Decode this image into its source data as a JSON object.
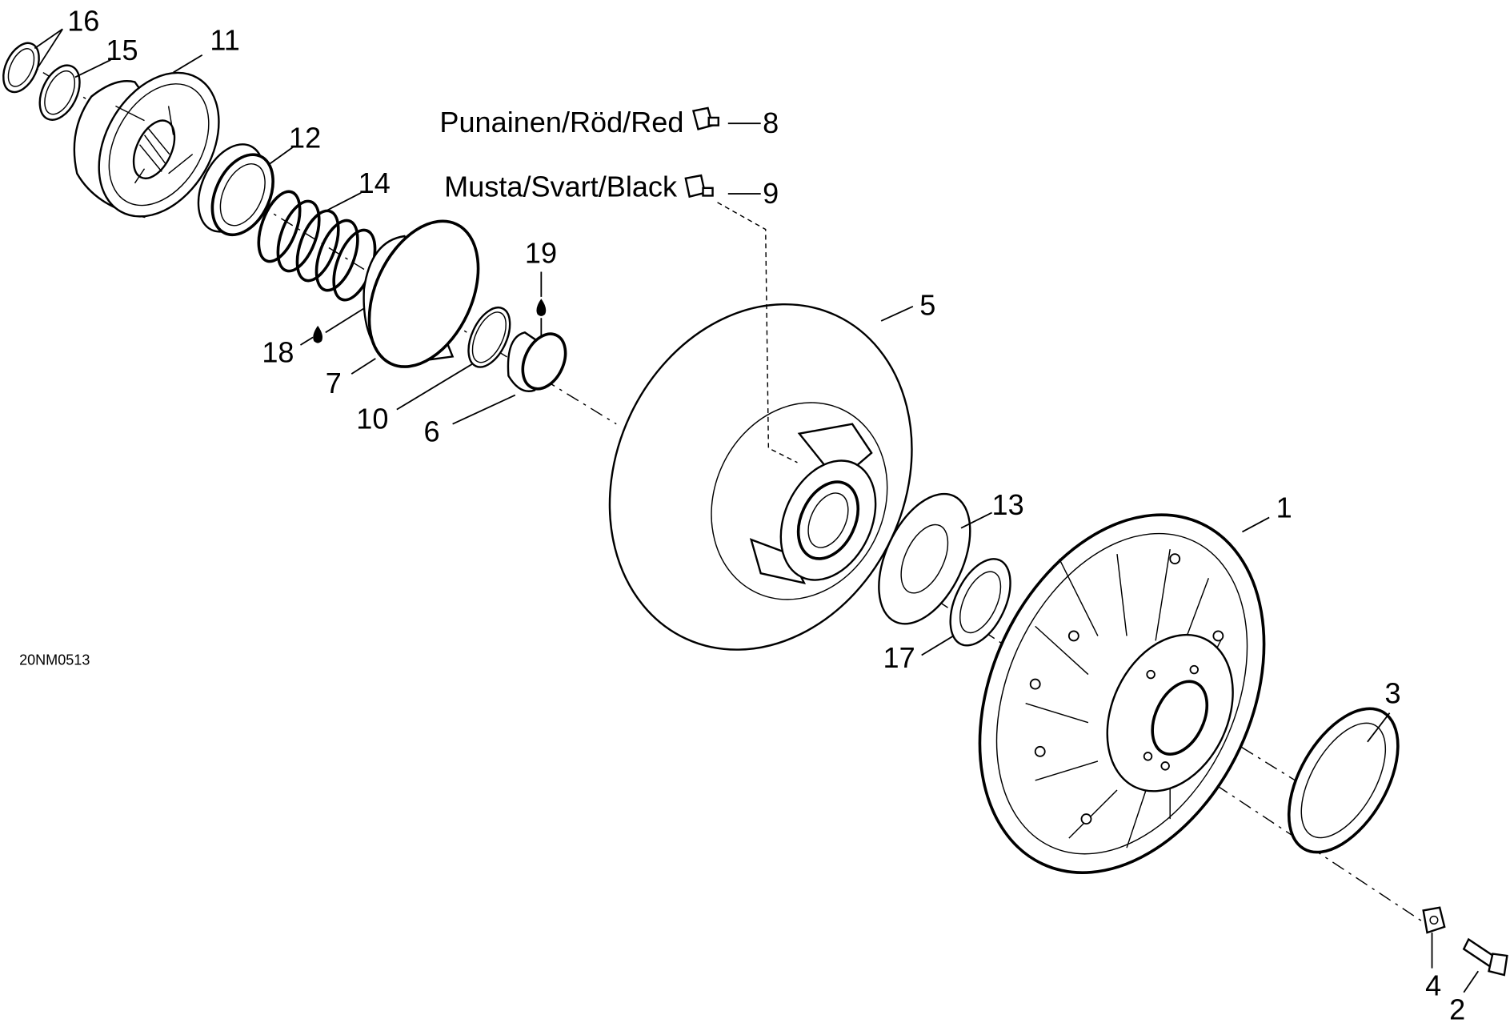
{
  "diagram": {
    "drawing_code": "20NM0513",
    "color_notes": [
      {
        "text": "Punainen/Röd/Red",
        "part": "8"
      },
      {
        "text": "Musta/Svart/Black",
        "part": "9"
      }
    ],
    "callouts": [
      "1",
      "2",
      "3",
      "4",
      "5",
      "6",
      "7",
      "8",
      "9",
      "10",
      "11",
      "12",
      "13",
      "14",
      "15",
      "16",
      "17",
      "18",
      "19"
    ],
    "lubrication_icon": "oil-drop-icon"
  }
}
